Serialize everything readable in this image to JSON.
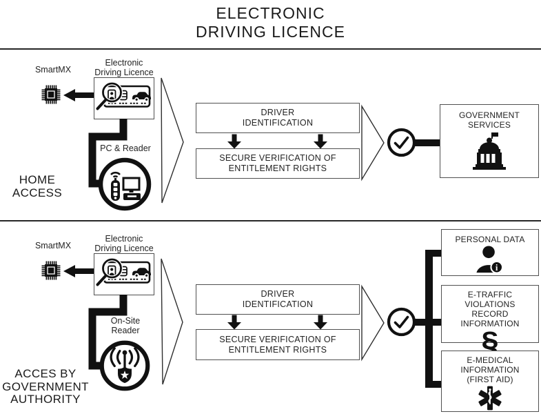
{
  "title": "ELECTRONIC\nDRIVING LICENCE",
  "colors": {
    "ink": "#111111",
    "border": "#4f4f4f",
    "background": "#ffffff"
  },
  "icons": {
    "chip": "smartmx-chip-icon",
    "licence_card": "licence-card-magnifier-icon",
    "pc_reader": "pc-and-reader-icon",
    "onsite_reader": "onsite-reader-antenna-badge-icon",
    "check": "checkmark-circle-icon",
    "government": "government-building-icon",
    "person_info": "person-info-icon",
    "section_sign": "section-sign-icon",
    "star_of_life": "star-of-life-icon"
  },
  "sections": {
    "home_access": {
      "label": "HOME\nACCESS",
      "smartmx_label": "SmartMX",
      "licence_label": "Electronic\nDriving Licence",
      "reader_label": "PC & Reader",
      "process": {
        "driver_identification": "DRIVER\nIDENTIFICATION",
        "secure_verification": "SECURE VERIFICATION OF\nENTITLEMENT RIGHTS"
      },
      "outputs": [
        {
          "label": "GOVERNMENT\nSERVICES",
          "icon": "government-building-icon"
        }
      ]
    },
    "government_access": {
      "label": "ACCES BY\nGOVERNMENT\nAUTHORITY",
      "smartmx_label": "SmartMX",
      "licence_label": "Electronic\nDriving Licence",
      "reader_label": "On-Site\nReader",
      "process": {
        "driver_identification": "DRIVER\nIDENTIFICATION",
        "secure_verification": "SECURE VERIFICATION OF\nENTITLEMENT RIGHTS"
      },
      "outputs": [
        {
          "label": "PERSONAL DATA",
          "icon": "person-info-icon"
        },
        {
          "label": "E-TRAFFIC VIOLATIONS\nRECORD INFORMATION",
          "icon": "section-sign-icon",
          "glyph": "§"
        },
        {
          "label": "E-MEDICAL\nINFORMATION\n(FIRST AID)",
          "icon": "star-of-life-icon"
        }
      ]
    }
  }
}
